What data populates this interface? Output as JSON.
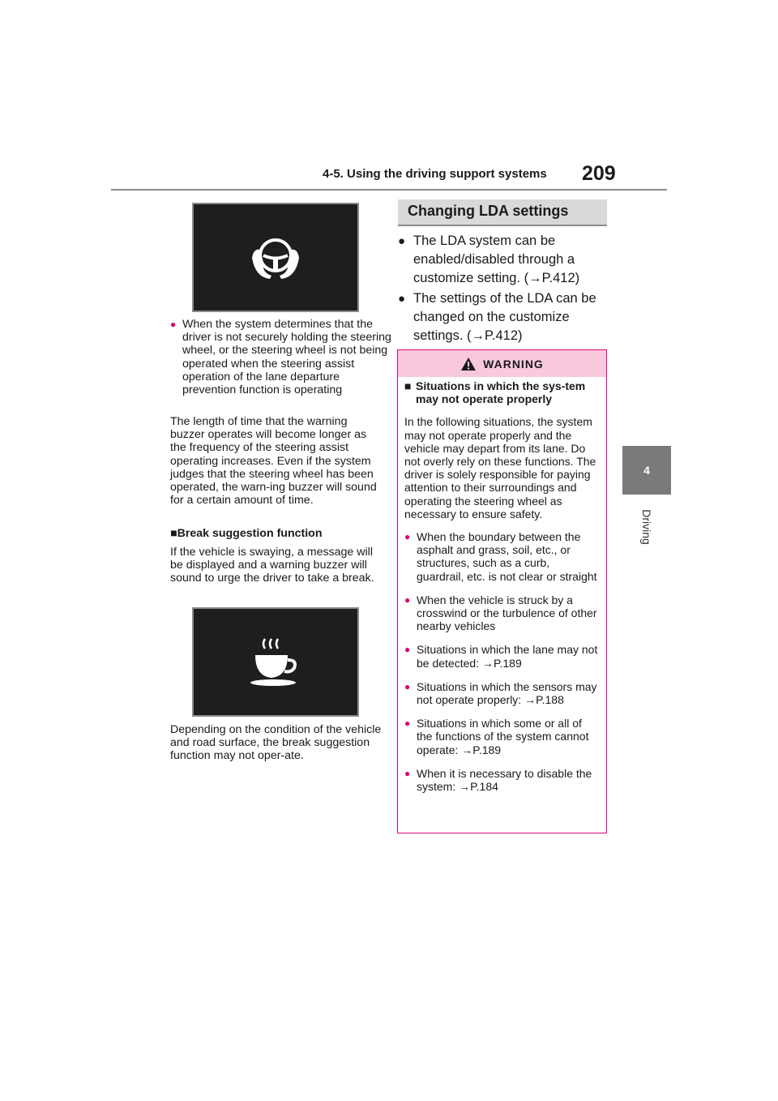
{
  "header": {
    "title": "4-5. Using the driving support systems",
    "page_number": "209"
  },
  "side_tab": {
    "chapter_number": "4",
    "chapter_label": "Driving"
  },
  "left_column": {
    "bullet_1": "When the system determines that the driver is not securely holding the steering wheel, or the steering wheel is not being operated when the steering assist operation of the lane departure prevention function is operating",
    "para_1": "The length of time that the warning buzzer operates will become longer as the frequency of the steering assist operating increases. Even if the system judges that the steering wheel has been operated, the warn-ing buzzer will sound for a certain amount of time.",
    "subheading": "Break suggestion function",
    "para_2": "If the vehicle is swaying, a message will be displayed and a warning buzzer will sound to urge the driver to take a break.",
    "para_3": "Depending on the condition of the vehicle and road surface, the break suggestion function may not oper-ate."
  },
  "right_column": {
    "section_title": "Changing LDA settings",
    "bullet_1_text": "The LDA system can be enabled/disabled through a customize setting. (",
    "bullet_1_ref": "P.412)",
    "bullet_2_text": "The settings of the LDA can be changed on the customize settings. (",
    "bullet_2_ref": "P.412)"
  },
  "warning": {
    "label": "WARNING",
    "subheading": "Situations in which the sys-tem may not operate properly",
    "intro": "In the following situations, the system may not operate properly and the vehicle may depart from its lane. Do not overly rely on these functions. The driver is solely responsible for paying attention to their surroundings and operating the steering wheel as necessary to ensure safety.",
    "items": [
      {
        "text": "When the boundary between the asphalt and grass, soil, etc., or structures, such as a curb, guardrail, etc. is not clear or straight",
        "ref": ""
      },
      {
        "text": "When the vehicle is struck by a crosswind or the turbulence of other nearby vehicles",
        "ref": ""
      },
      {
        "text": "Situations in which the lane may not be detected: ",
        "ref": "P.189"
      },
      {
        "text": "Situations in which the sensors may not operate properly: ",
        "ref": "P.188"
      },
      {
        "text": "Situations in which some or all of the functions of the system cannot operate: ",
        "ref": "P.189"
      },
      {
        "text": "When it is necessary to disable the system: ",
        "ref": "P.184"
      }
    ]
  },
  "icons": {
    "screen_1": "hands-on-steering-wheel-icon",
    "screen_2": "coffee-cup-icon",
    "warning": "warning-triangle-icon",
    "accent_color": "#e4007e"
  }
}
